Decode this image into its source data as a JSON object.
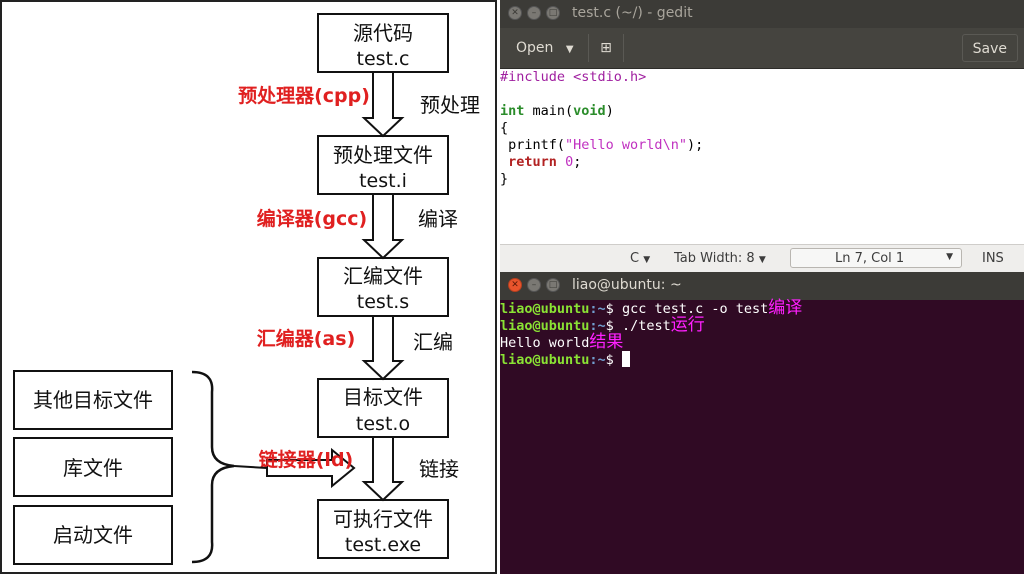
{
  "diagram": {
    "stages": [
      {
        "name": "源代码",
        "file": "test.c"
      },
      {
        "name": "预处理文件",
        "file": "test.i"
      },
      {
        "name": "汇编文件",
        "file": "test.s"
      },
      {
        "name": "目标文件",
        "file": "test.o"
      },
      {
        "name": "可执行文件",
        "file": "test.exe"
      }
    ],
    "steps": [
      {
        "tool": "预处理器(cpp)",
        "action": "预处理"
      },
      {
        "tool": "编译器(gcc)",
        "action": "编译"
      },
      {
        "tool": "汇编器(as)",
        "action": "汇编"
      },
      {
        "tool": "链接器(ld)",
        "action": "链接"
      }
    ],
    "inputs": [
      "其他目标文件",
      "库文件",
      "启动文件"
    ]
  },
  "gedit": {
    "title": "test.c (~/) - gedit",
    "open_label": "Open",
    "save_label": "Save",
    "code_lines": [
      "#include <stdio.h>",
      "",
      "int main(void)",
      "{",
      " printf(\"Hello world\\n\");",
      " return 0;",
      "}"
    ],
    "status": {
      "language": "C",
      "tab_width": "Tab Width: 8",
      "position": "Ln 7, Col 1",
      "mode": "INS"
    }
  },
  "terminal": {
    "title": "liao@ubuntu: ~",
    "prompt_user": "liao@ubuntu",
    "prompt_path": ":~",
    "prompt_symbol": "$",
    "lines": [
      {
        "command": " gcc test.c -o test",
        "note": "编译"
      },
      {
        "command": " ./test",
        "note": "运行"
      },
      {
        "output": "Hello world",
        "note": "结果"
      },
      {
        "command": " "
      }
    ]
  }
}
